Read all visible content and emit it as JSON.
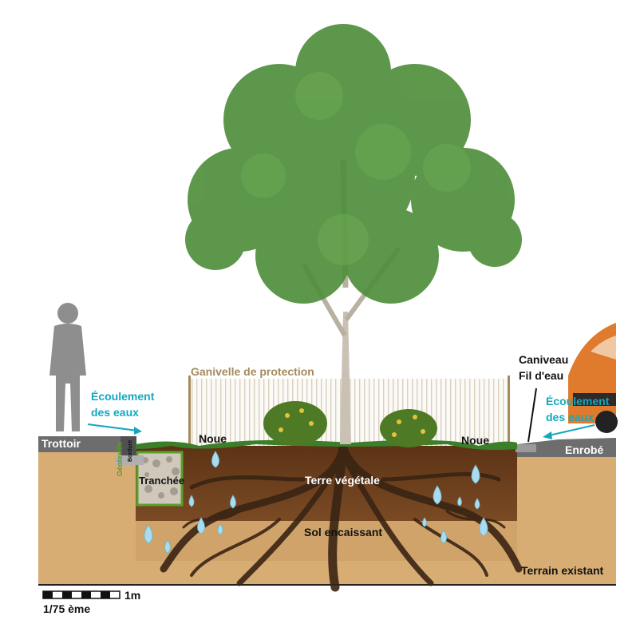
{
  "labels": {
    "ganivelle": "Ganivelle de protection",
    "caniveau": "Caniveau",
    "fil_deau": "Fil d'eau",
    "ecoulement_left_1": "Écoulement",
    "ecoulement_left_2": "des eaux",
    "ecoulement_right_1": "Écoulement",
    "ecoulement_right_2": "des eaux",
    "trottoir": "Trottoir",
    "enrobe": "Enrobé",
    "noue_left": "Noue",
    "noue_right": "Noue",
    "tranchee": "Tranchée",
    "geotextile": "Géotextile",
    "bordure": "Bordure",
    "terre_vegetale": "Terre végétale",
    "sol_encaissant": "Sol encaissant",
    "terrain_existant": "Terrain existant"
  },
  "scale": {
    "length": "1m",
    "ratio": "1/75 ème"
  },
  "colors": {
    "ground": "#d7ad74",
    "topsoil": "#6b3f1e",
    "grass": "#3c7f2a",
    "foliage": "#4f8f3c",
    "water": "#a9dcef",
    "arrow": "#13a8bf",
    "fence": "#e9e3d7",
    "asphalt": "#6d6d6d"
  }
}
